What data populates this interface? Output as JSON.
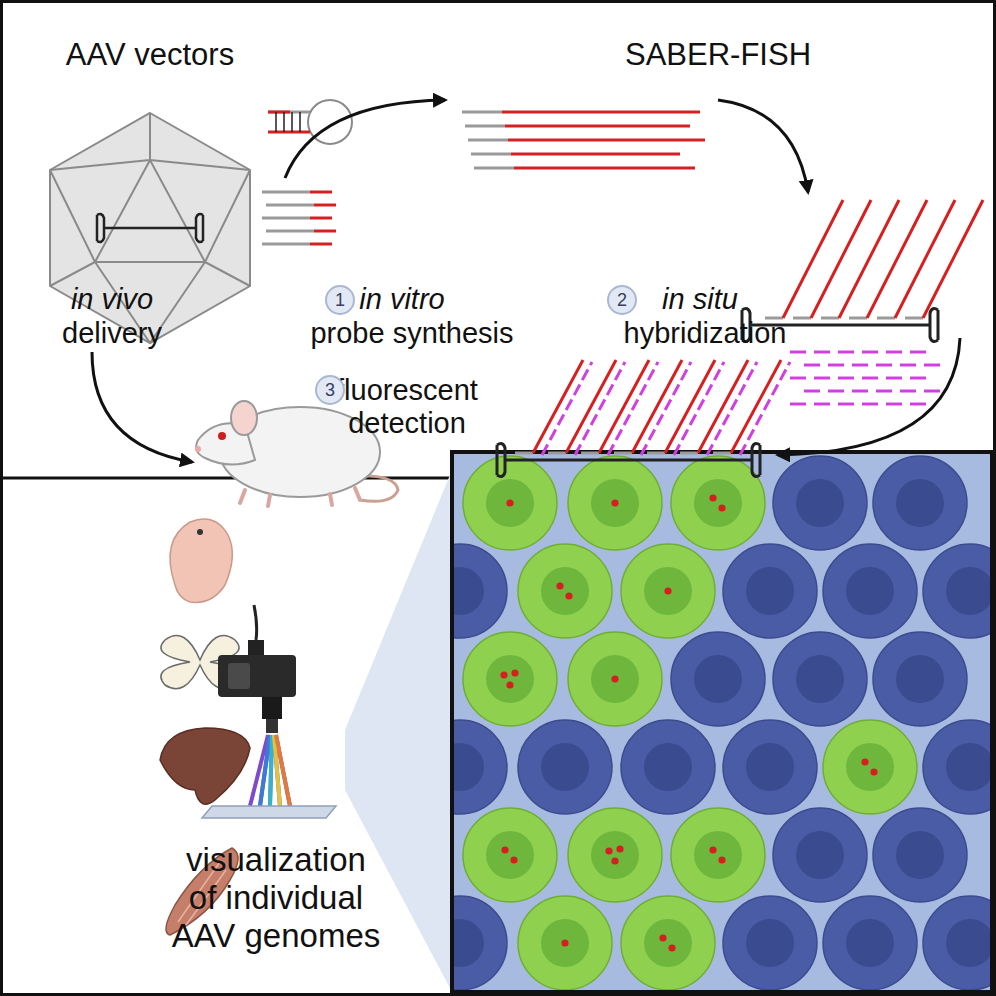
{
  "diagram": {
    "nodes": [
      {
        "text": [
          "1"
        ]
      },
      {
        "text": [
          "2"
        ]
      },
      {
        "text": [
          "3"
        ]
      }
    ],
    "edges": [],
    "labels": [
      "AAV vectors",
      "SABER-FISH",
      "in vitro",
      "probe synthesis",
      "in situ",
      "hybridization",
      "fluorescent detection",
      "in vivo",
      "delivery",
      "visualization of individual AAV genomes"
    ]
  }
}
